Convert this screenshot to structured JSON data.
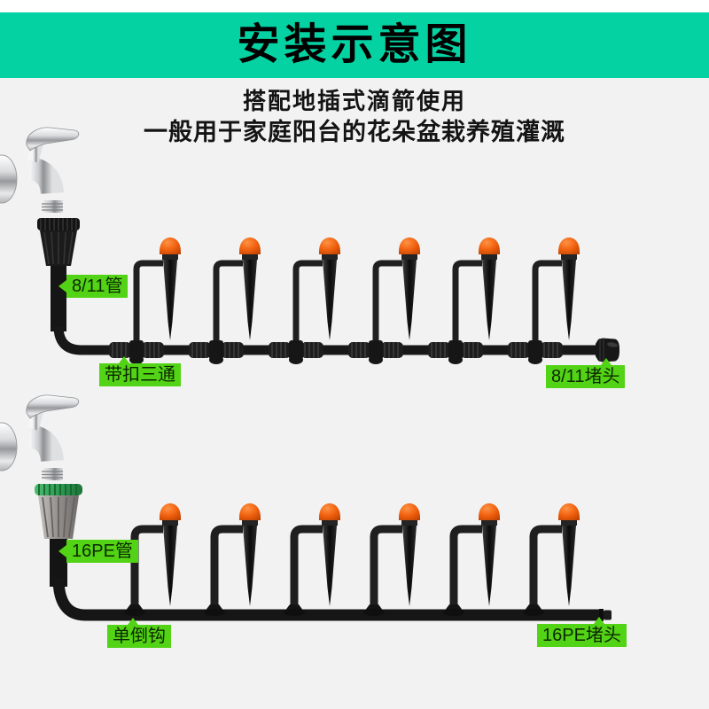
{
  "colors": {
    "background": "#f2f2f2",
    "banner_green": "#05d2a2",
    "label_green": "#52d315",
    "emitter_cap_orange": "#ee5e0c",
    "tubing_black": "#1a1a1a",
    "quick_connector_gray": "#8f8c8a",
    "quick_connector_ring_green": "#2d9c50"
  },
  "header": {
    "title": "安装示意图",
    "subtitle_line1": "搭配地插式滴箭使用",
    "subtitle_line2": "一般用于家庭阳台的花朵盆栽养殖灌溉"
  },
  "top_diagram": {
    "emitter_count": 6,
    "labels": {
      "tube": "8/11管",
      "tee": "带扣三通",
      "plug": "8/11堵头"
    },
    "icons": {
      "faucet": "faucet-icon",
      "adapter": "thread-adapter-icon",
      "emitter": "drip-stake-icon",
      "tee": "tee-connector-icon",
      "plug": "end-plug-icon"
    }
  },
  "bottom_diagram": {
    "emitter_count": 6,
    "labels": {
      "tube": "16PE管",
      "barb": "单倒钩",
      "plug": "16PE堵头"
    },
    "icons": {
      "faucet": "faucet-icon",
      "adapter": "quick-connector-icon",
      "emitter": "drip-stake-icon",
      "barb": "barb-connector-icon",
      "plug": "end-plug-icon"
    }
  }
}
